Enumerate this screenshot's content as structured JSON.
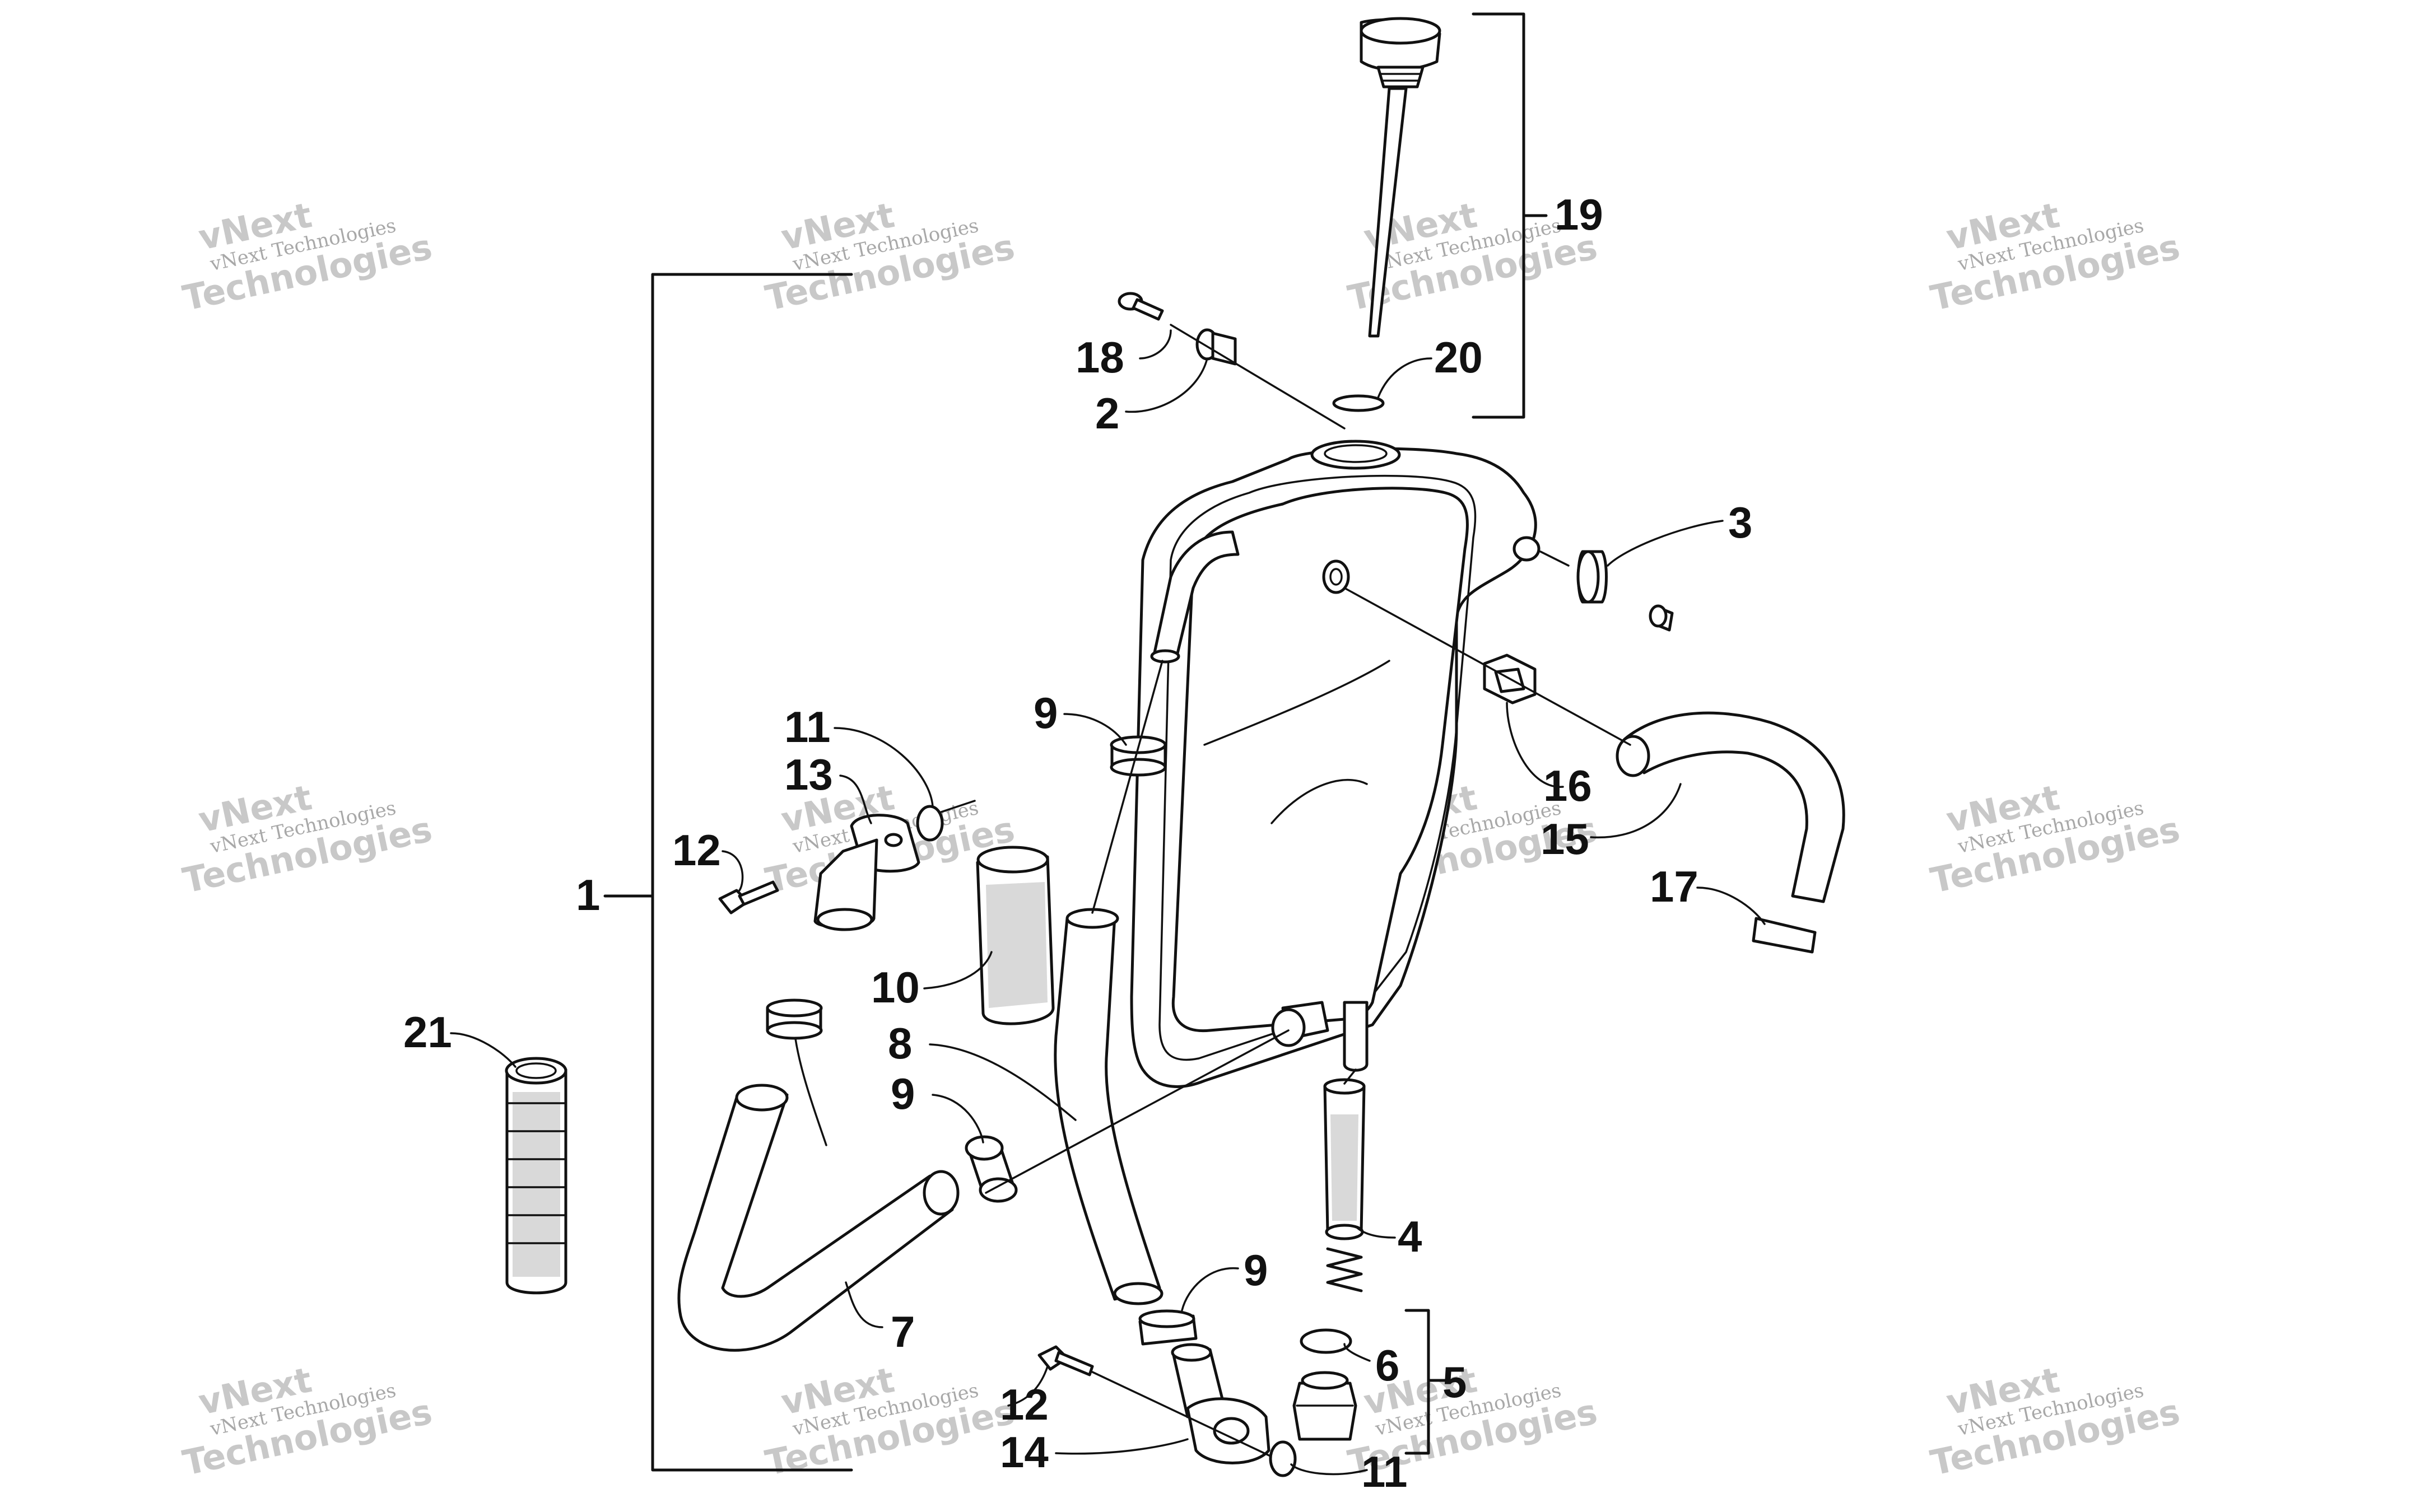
{
  "watermark": {
    "small_text": "vNext Technologies",
    "large_text": "Technologies",
    "large_top_text": "vNext"
  },
  "callouts": [
    {
      "id": "callout-1",
      "label": "1"
    },
    {
      "id": "callout-2",
      "label": "2"
    },
    {
      "id": "callout-3",
      "label": "3"
    },
    {
      "id": "callout-4",
      "label": "4"
    },
    {
      "id": "callout-5",
      "label": "5"
    },
    {
      "id": "callout-6",
      "label": "6"
    },
    {
      "id": "callout-7",
      "label": "7"
    },
    {
      "id": "callout-8",
      "label": "8"
    },
    {
      "id": "callout-9a",
      "label": "9"
    },
    {
      "id": "callout-9b",
      "label": "9"
    },
    {
      "id": "callout-9c",
      "label": "9"
    },
    {
      "id": "callout-10",
      "label": "10"
    },
    {
      "id": "callout-11a",
      "label": "11"
    },
    {
      "id": "callout-11b",
      "label": "11"
    },
    {
      "id": "callout-12a",
      "label": "12"
    },
    {
      "id": "callout-12b",
      "label": "12"
    },
    {
      "id": "callout-13",
      "label": "13"
    },
    {
      "id": "callout-14",
      "label": "14"
    },
    {
      "id": "callout-15",
      "label": "15"
    },
    {
      "id": "callout-16",
      "label": "16"
    },
    {
      "id": "callout-17",
      "label": "17"
    },
    {
      "id": "callout-18",
      "label": "18"
    },
    {
      "id": "callout-19",
      "label": "19"
    },
    {
      "id": "callout-20",
      "label": "20"
    },
    {
      "id": "callout-21",
      "label": "21"
    }
  ]
}
